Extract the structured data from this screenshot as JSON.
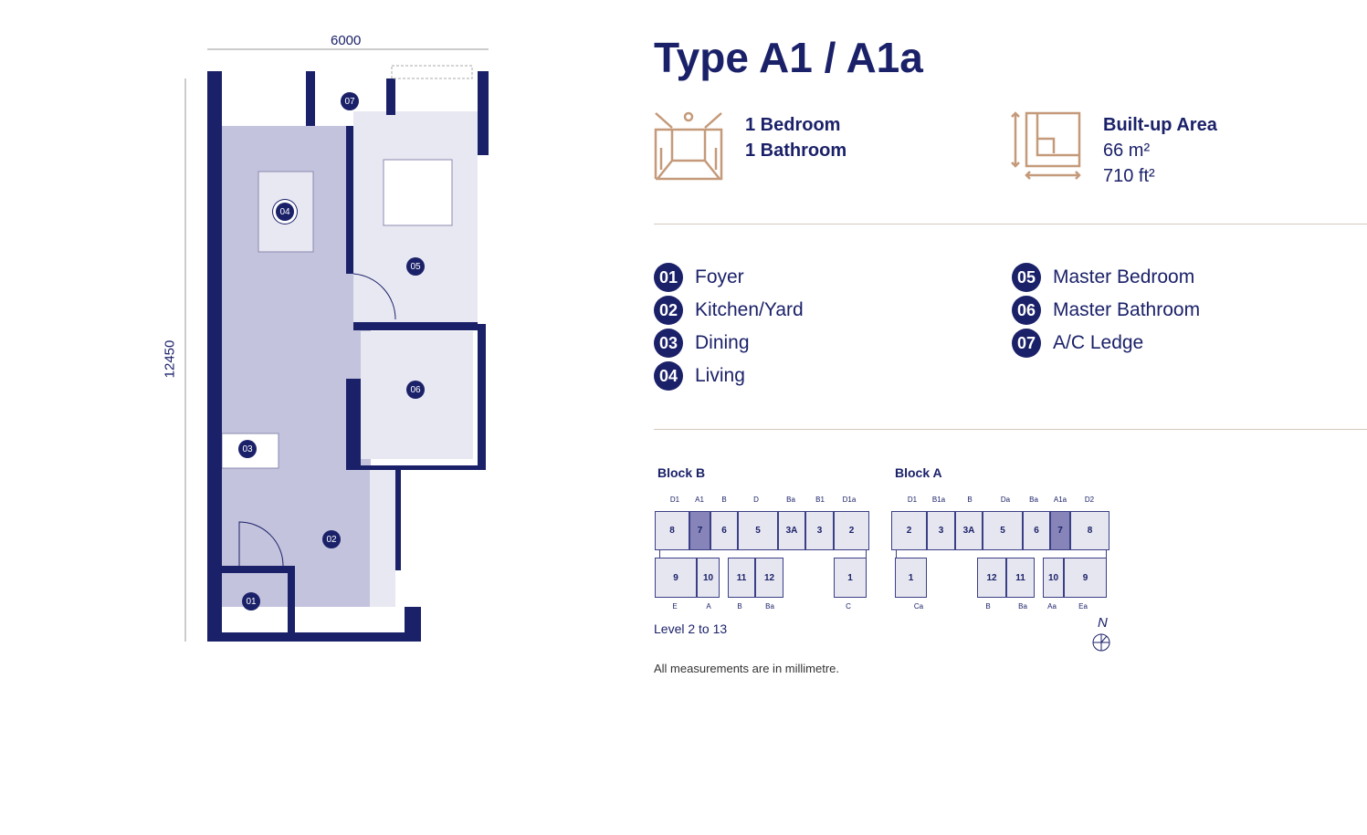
{
  "title": "Type A1 / A1a",
  "specs": {
    "bedroom": "1 Bedroom",
    "bathroom": "1 Bathroom",
    "area_label": "Built-up Area",
    "area_m2": "66 m²",
    "area_ft2": "710 ft²"
  },
  "plan": {
    "width_dim": "6000",
    "height_dim": "12450",
    "room_tags": [
      "01",
      "02",
      "03",
      "04",
      "05",
      "06",
      "07"
    ]
  },
  "legend": [
    {
      "num": "01",
      "label": "Foyer"
    },
    {
      "num": "02",
      "label": "Kitchen/Yard"
    },
    {
      "num": "03",
      "label": "Dining"
    },
    {
      "num": "04",
      "label": "Living"
    },
    {
      "num": "05",
      "label": "Master Bedroom"
    },
    {
      "num": "06",
      "label": "Master Bathroom"
    },
    {
      "num": "07",
      "label": "A/C Ledge"
    }
  ],
  "block_b": {
    "name": "Block B",
    "top_types": [
      "D1",
      "A1",
      "B",
      "D",
      "Ba",
      "B1",
      "D1a"
    ],
    "top_units": [
      "8",
      "7",
      "6",
      "5",
      "3A",
      "3",
      "2"
    ],
    "bottom_units": [
      "9",
      "10",
      "11",
      "12",
      "1"
    ],
    "bottom_types": [
      "E",
      "A",
      "B",
      "Ba",
      "C"
    ]
  },
  "block_a": {
    "name": "Block A",
    "top_types": [
      "D1",
      "B1a",
      "B",
      "Da",
      "Ba",
      "A1a",
      "D2"
    ],
    "top_units": [
      "2",
      "3",
      "3A",
      "5",
      "6",
      "7",
      "8"
    ],
    "bottom_units": [
      "1",
      "12",
      "11",
      "10",
      "9"
    ],
    "bottom_types": [
      "Ca",
      "B",
      "Ba",
      "Aa",
      "Ea"
    ]
  },
  "level": "Level 2 to 13",
  "north": "N",
  "note": "All measurements are in millimetre.",
  "colors": {
    "navy": "#1b2169",
    "accent": "#c49a7a",
    "highlight": "#8684b8"
  }
}
